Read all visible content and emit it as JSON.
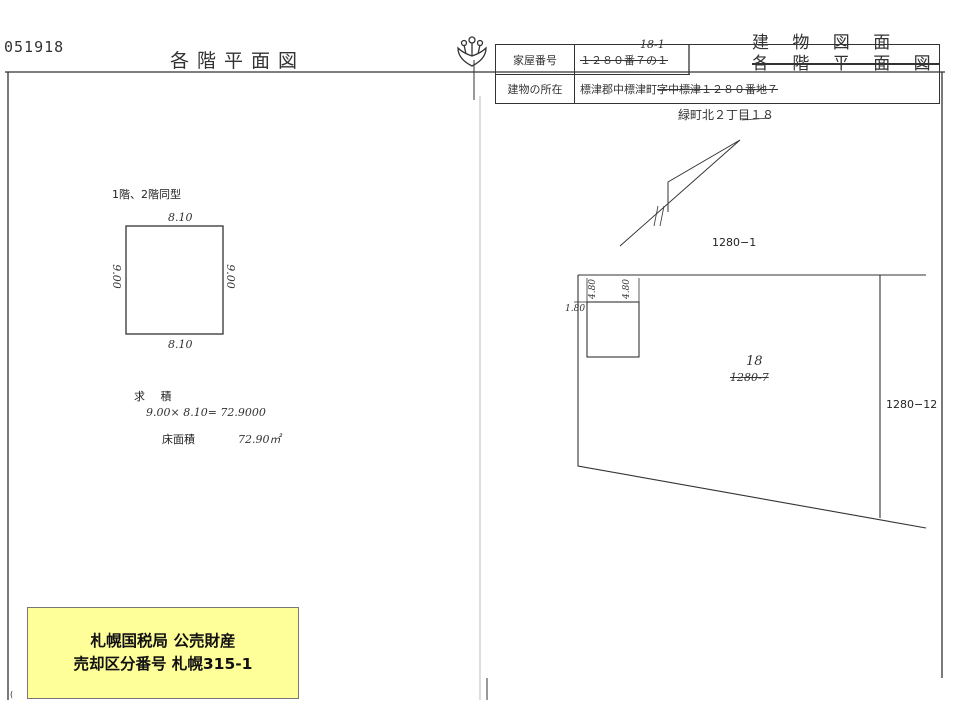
{
  "document": {
    "id_number": "051918",
    "title": "各階平面図",
    "title_right_1": "建 物 図 面",
    "title_right_2": "各 階 平 面 図",
    "footer_mark": "(",
    "header_table": {
      "house_number_label": "家屋番号",
      "house_number_struck": "１２８０番７の１",
      "house_number_handwritten": "18-1",
      "location_label": "建物の所在",
      "location_value": "標津郡中標津町",
      "location_struck": "字中標津１２８０番地７",
      "location_handwritten": "緑町北２丁目１８"
    }
  },
  "floor_plan": {
    "note": "1階、2階同型",
    "dim_top": "8.10",
    "dim_bottom": "8.10",
    "dim_left": "9.00",
    "dim_right": "9.00",
    "area_heading": "求 積",
    "area_formula": "9.00× 8.10= 72.9000",
    "floor_area_label": "床面積",
    "floor_area_value": "72.90㎡"
  },
  "site_plan": {
    "lot_1280_1": "1280−1",
    "lot_1280_12": "1280−12",
    "lot_new": "18",
    "lot_old_struck": "1280-7",
    "dim_480_a": "4.80",
    "dim_480_b": "4.80",
    "dim_180": "1.80"
  },
  "notice": {
    "line1": "札幌国税局 公売財産",
    "line2": "売却区分番号 札幌315-1",
    "background": "#ffff99"
  },
  "icons": {
    "emblem": "paulownia-crest-icon"
  }
}
